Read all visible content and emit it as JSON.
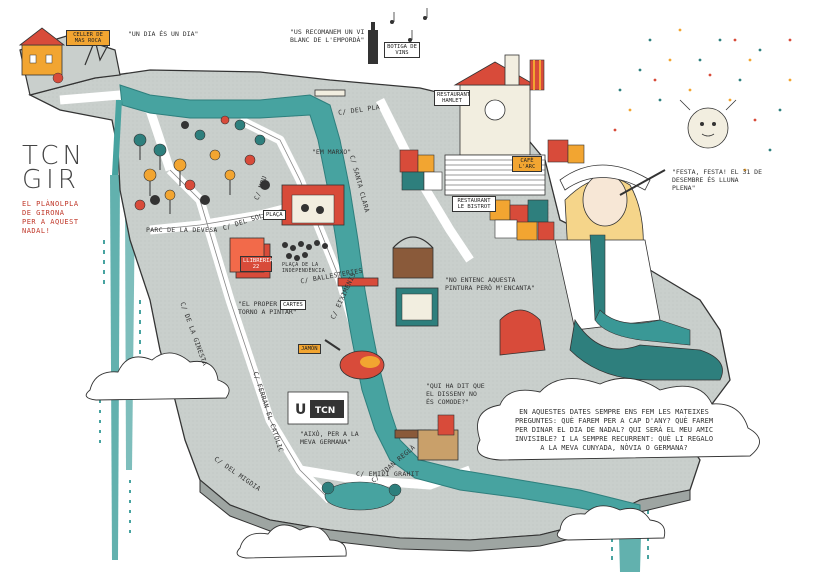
{
  "map": {
    "title_line1": "TCN",
    "title_line2": "GIR",
    "subtitle_lines": [
      "EL PLÀNOLPLA",
      "DE GIRONA",
      "PER A AQUEST",
      "NADAL!"
    ]
  },
  "labels": {
    "celler": "CELLER DE MAS ROCA",
    "un_dia": "\"UN DIA ÉS UN DIA\"",
    "vi_blanc": "\"US RECOMANEM UN VI BLANC DE L'EMPORDÀ\"",
    "botiga": "BOTIGA DE VINS",
    "restaurant_hamlet": "RESTAURANT HAMLET",
    "cafe": "CAFÈ L'ARC",
    "restaurant_bistrot": "RESTAURANT LE BISTROT",
    "festa": "\"FESTA, FESTA! EL 31 DE DESEMBRE ÉS LLUNA PLENA\"",
    "marxo": "\"EM MARXO\"",
    "parc": "PARC DE LA DEVESA",
    "c_sol": "C/ DEL SOL",
    "plaça": "PLAÇA",
    "llibreria": "LLIBRERIA 22",
    "placa_independencia": "PLAÇA DE LA INDEPENDÈNCIA",
    "c_ballesteries": "C/ BALLESTERIES",
    "no_entenc": "\"NO ENTENC AQUESTA PINTURA PERÒ M'ENCANTA\"",
    "proper_any": "\"EL PROPER ANY TORNO A PINTAR\"",
    "cartes": "CARTES",
    "jamon": "JAMÓN",
    "qui_ha_dit": "\"QUI HA DIT QUE EL DISSENY NO ÉS COMODE?\"",
    "u_tcn": "U TCN",
    "germana": "\"AIXÒ, PER A LA MEVA GERMANA\"",
    "c_ginesta": "C/ DE LA GINESTA",
    "c_nou": "C/ NOU",
    "c_santa_clara": "C/ SANTA CLARA",
    "c_eiximenis": "C/ EIXIMENIS",
    "c_ferran": "C/ FERRAN EL CATÒLIC",
    "c_migdia": "C/ DEL MIGDIA",
    "c_pla": "C/ DEL PLA",
    "c_joan_reglà": "C/ JOAN REGLÀ",
    "c_emili_grahit": "C/ EMILI GRAHIT"
  },
  "cloud_text": "EN AQUESTES DATES SEMPRE ENS FEM LES MATEIXES PREGUNTES: QUÈ FAREM PER A CAP D'ANY? QUÈ FAREM PER DINAR EL DIA DE NADAL? QUI SERÀ EL MEU AMIC INVISIBLE? I LA SEMPRE RECURRENT: QUÈ LI REGALO A LA MEVA CUNYADA, NÒVIA O GERMANA?",
  "colors": {
    "land": "#c9cfcc",
    "river": "#47a3a0",
    "outline": "#333333",
    "accent_orange": "#f2a531",
    "accent_red": "#d84b3a",
    "teal_dark": "#2e7f7d"
  }
}
